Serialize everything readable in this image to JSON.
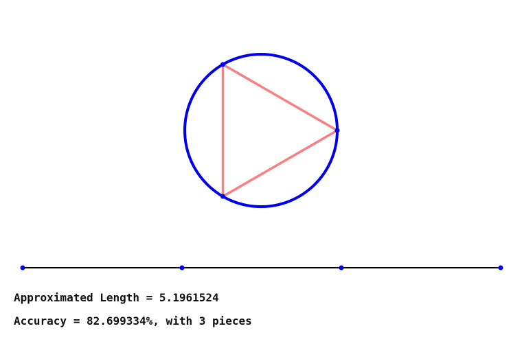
{
  "colors": {
    "circle": "#0000ee",
    "polygon": "#f88080",
    "points": "#0000ee",
    "line": "#000000",
    "text": "#111111"
  },
  "diagram": {
    "polygon_sides": 3,
    "segment_pieces": 3
  },
  "readouts": {
    "length_text": "Approximated Length = 5.1961524",
    "accuracy_text": "Accuracy = 82.699334%, with 3 pieces"
  }
}
